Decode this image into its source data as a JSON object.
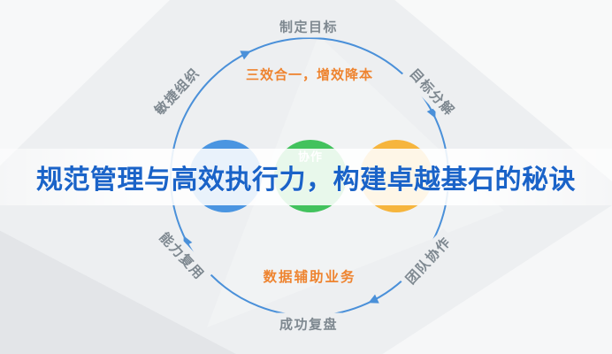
{
  "canvas": {
    "background_color": "#edeff1"
  },
  "banner": {
    "title": "规范管理与高效执行力，构建卓越基石的秘诀",
    "title_color": "#1a63c8"
  },
  "cycle": {
    "ring_color": "#4a90d9",
    "label_color": "#7e8890",
    "nodes": [
      {
        "pos": "top",
        "label": "制定目标"
      },
      {
        "pos": "upper-right",
        "label": "目标分解"
      },
      {
        "pos": "lower-right",
        "label": "团队协作"
      },
      {
        "pos": "bottom",
        "label": "成功复盘"
      },
      {
        "pos": "lower-left",
        "label": "能力复用"
      },
      {
        "pos": "upper-left",
        "label": "敏捷组织"
      }
    ]
  },
  "inner": {
    "slogan_top": "三效合一，增效降本",
    "slogan_bottom": "数据辅助业务",
    "slogan_color": "#ee8430",
    "circles": [
      {
        "name": "blue",
        "color": "#4a95e1",
        "label": ""
      },
      {
        "name": "green",
        "color": "#42c25d",
        "label": "协作"
      },
      {
        "name": "yellow",
        "color": "#f6b53d",
        "label": ""
      }
    ]
  }
}
